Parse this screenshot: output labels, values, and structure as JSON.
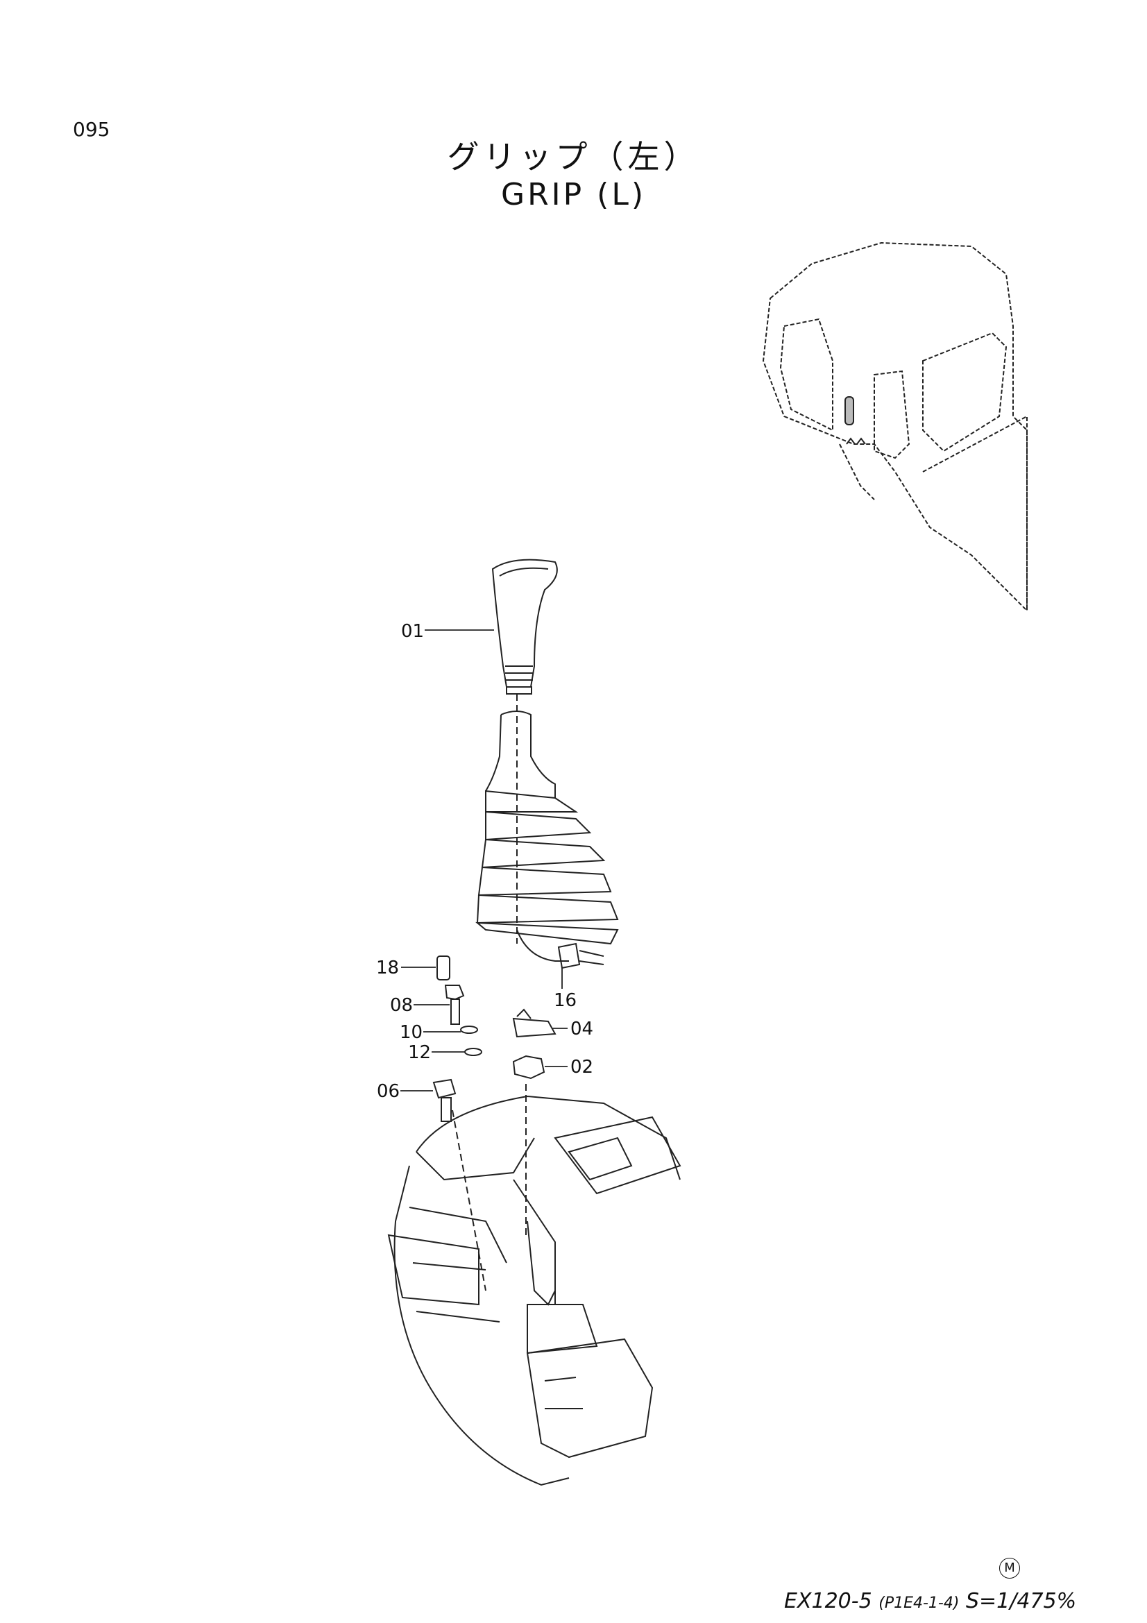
{
  "header": {
    "page_number": "095",
    "title_jp": "グリップ（左）",
    "title_en": "GRIP (L)"
  },
  "callouts": [
    {
      "id": "01",
      "label": "01"
    },
    {
      "id": "18",
      "label": "18"
    },
    {
      "id": "16",
      "label": "16"
    },
    {
      "id": "08",
      "label": "08"
    },
    {
      "id": "04",
      "label": "04"
    },
    {
      "id": "10",
      "label": "10"
    },
    {
      "id": "12",
      "label": "12"
    },
    {
      "id": "02",
      "label": "02"
    },
    {
      "id": "06",
      "label": "06"
    }
  ],
  "footer": {
    "model": "EX120-5",
    "code": "(P1E4-1-4)",
    "scale": "S=1/475%",
    "mark": "M"
  }
}
